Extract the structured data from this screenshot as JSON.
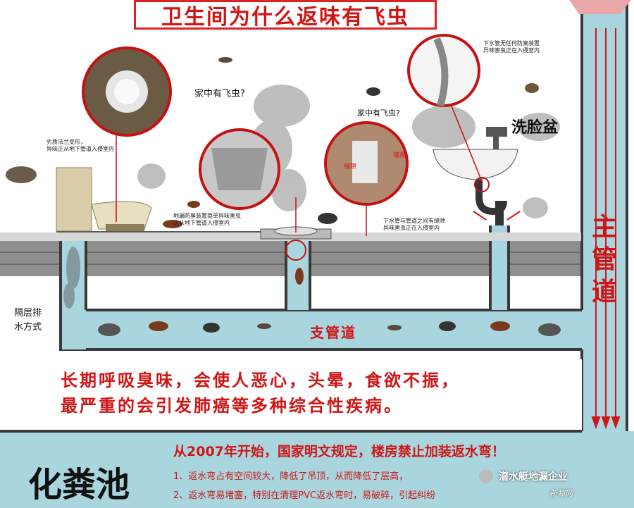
{
  "title": "卫生间为什么返味有飞虫",
  "labels": {
    "flying_insects_1": "家中有飞虫?",
    "flying_insects_2": "家中有飞虫?",
    "washbasin": "洗脸盆",
    "isolated_drainage": [
      "隔层排",
      "水方式"
    ],
    "main_pipe": [
      "主",
      "管",
      "道"
    ],
    "branch_pipe": "支管道",
    "septic_tank": "化粪池"
  },
  "callouts": {
    "flange": [
      "劣质法兰变形，",
      "异味正从地下管道入侵室内"
    ],
    "floor_drain": [
      "地漏防臭装置简单异味害虫",
      "正从地下管道入侵室内"
    ],
    "gap": [
      "下水管与管道之间有缝隙",
      "异味害虫正在入侵室内"
    ],
    "sink_pipe": [
      "下水管无任何防臭装置",
      "异味害虫正在入侵室内"
    ],
    "gap_marks": [
      "缝隙",
      "缝隙"
    ]
  },
  "warning": [
    "长期呼吸臭味，会使人恶心，头晕，食欲不振，",
    "最严重的会引发肺癌等多种综合性疾病。"
  ],
  "regulation": {
    "title": "从2007年开始，国家明文规定，楼房禁止加装返水弯！",
    "items": [
      "1、返水弯占有空间较大，降低了吊顶，从而降低了层高，",
      "2、返水弯易堵塞，特别在清理PVC返水弯时，易破碎，引起纠纷"
    ]
  },
  "watermark": {
    "brand": "潜水艇地漏企业",
    "site": "新郑网"
  },
  "colors": {
    "accent_red": "#d01515",
    "pipe_blue": "#a9d6de",
    "wall_gray": "#9a9a9a",
    "pipe_dark": "#3a3a3a"
  }
}
